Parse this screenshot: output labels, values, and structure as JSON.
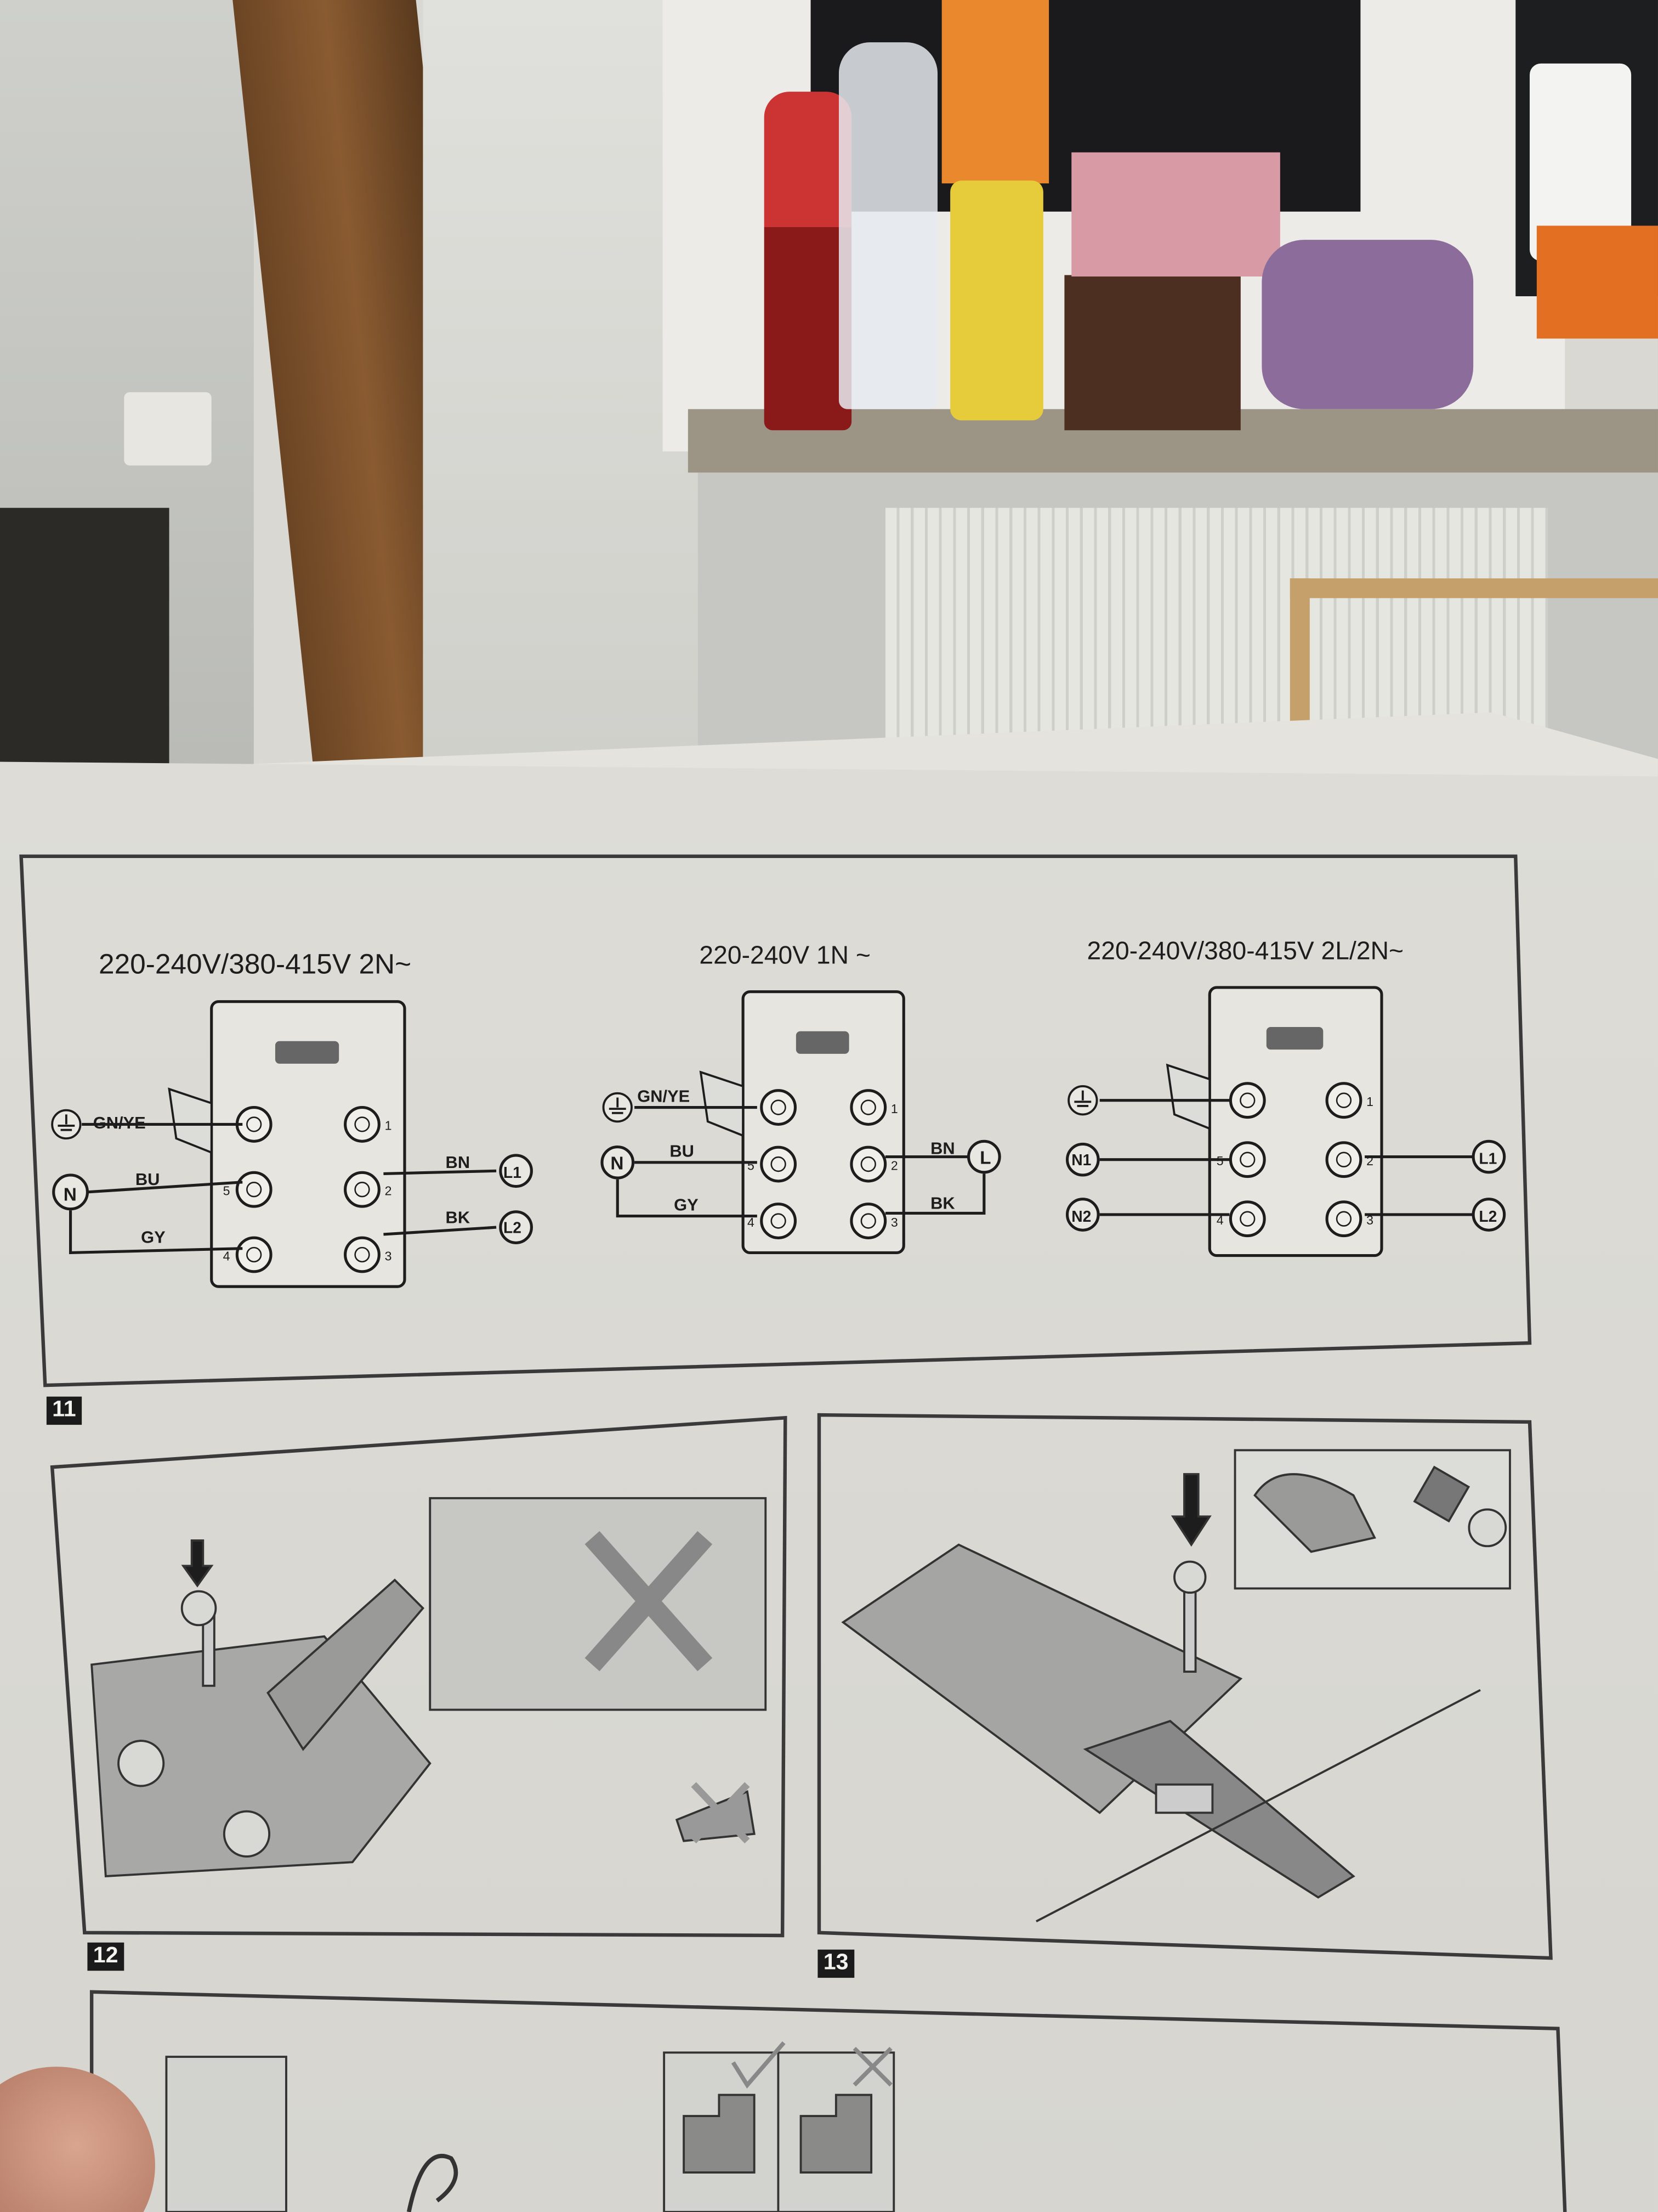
{
  "diagrams": [
    {
      "title": "220-240V/380-415V 2N~",
      "earth_label": "GN/YE",
      "wire_labels": [
        "BU",
        "GY",
        "BN",
        "BK"
      ],
      "sources": [
        "N",
        "L1",
        "L2"
      ],
      "terminal_numbers": [
        "1",
        "2",
        "3",
        "5",
        "4"
      ]
    },
    {
      "title": "220-240V 1N ~",
      "earth_label": "GN/YE",
      "wire_labels": [
        "BU",
        "GY",
        "BN",
        "BK"
      ],
      "sources": [
        "N",
        "L"
      ],
      "terminal_numbers": [
        "1",
        "2",
        "3",
        "5",
        "4"
      ]
    },
    {
      "title": "220-240V/380-415V 2L/2N~",
      "sources": [
        "N1",
        "N2",
        "L1",
        "L2"
      ],
      "terminal_numbers": [
        "1",
        "2",
        "3",
        "5",
        "4"
      ]
    }
  ],
  "steps": [
    "11",
    "12",
    "13"
  ],
  "colors": {
    "paper": "#dcdbd6",
    "ink": "#1d1d1d",
    "fill_gray": "#8f8f8d"
  }
}
